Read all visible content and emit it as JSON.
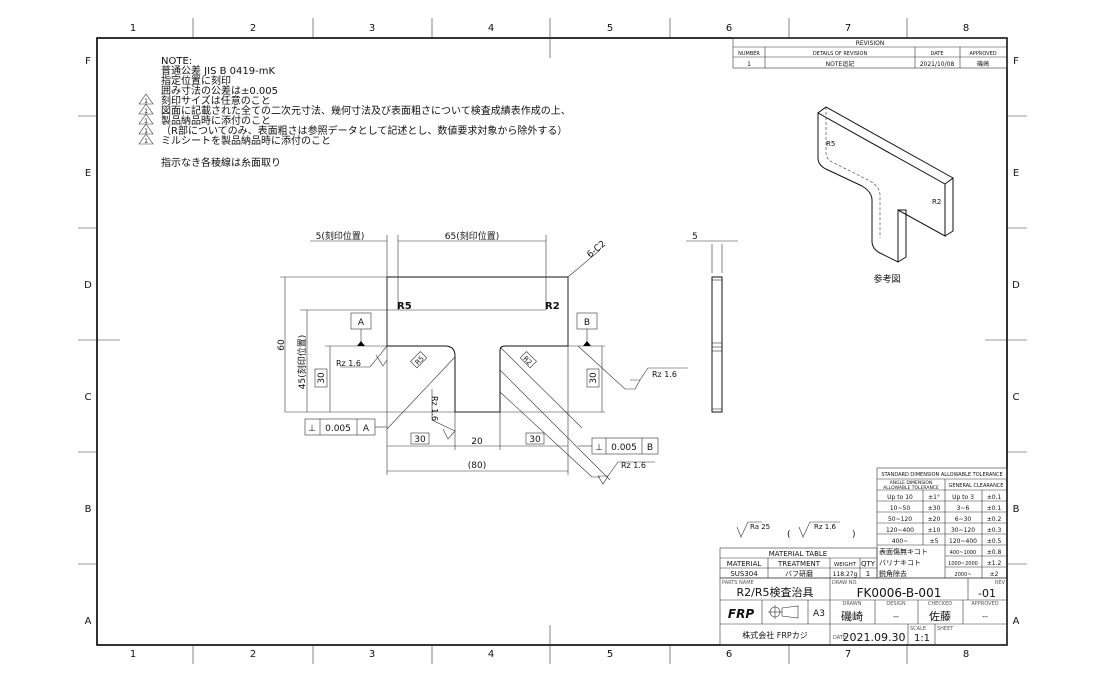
{
  "frame": {
    "columns": [
      "1",
      "2",
      "3",
      "4",
      "5",
      "6",
      "7",
      "8"
    ],
    "rows": [
      "F",
      "E",
      "D",
      "C",
      "B",
      "A"
    ]
  },
  "notes": {
    "title": "NOTE:",
    "lines": [
      "普通公差  JIS B 0419-mK",
      "指定位置に刻印",
      "囲み寸法の公差は±0.005",
      "刻印サイズは任意のこと",
      "図面に記載された全ての二次元寸法、幾何寸法及び表面粗さについて検査成績表作成の上、",
      "製品納品時に添付のこと",
      "（R部についてのみ、表面粗さは参照データとして記述とし、数値要求対象から除外する）",
      "ミルシートを製品納品時に添付のこと",
      "指示なき各稜線は糸面取り"
    ],
    "revision_mark": "1"
  },
  "revision": {
    "title": "REVISION",
    "headers": [
      "NUMBER",
      "DETAILS OF REVISION",
      "DATE",
      "APPROVED"
    ],
    "rows": [
      [
        "1",
        "NOTE追記",
        "2021/10/08",
        "磯崎"
      ]
    ]
  },
  "drawing": {
    "dim_5_mark": "5(刻印位置)",
    "dim_65_mark": "65(刻印位置)",
    "chamfer": "6-C2",
    "r5": "R5",
    "r2": "R2",
    "dim_60": "60",
    "dim_45_mark": "45(刻印位置)",
    "dim_30_left": "30",
    "dim_30_right": "30",
    "dim_30_bottom_left": "30",
    "dim_20": "20",
    "dim_30_bottom_right": "30",
    "dim_80": "(80)",
    "datum_a": "A",
    "datum_b": "B",
    "r5_box": "R5",
    "r2_box": "R2",
    "rz_left": "Rz 1.6",
    "rz_center": "Rz 1.6",
    "rz_right": "Rz 1.6",
    "rz_bottom": "Rz 1.6",
    "gdt_left": {
      "symbol": "⊥",
      "tolerance": "0.005",
      "datum": "A"
    },
    "gdt_right": {
      "symbol": "⊥",
      "tolerance": "0.005",
      "datum": "B"
    },
    "side_dim_5": "5"
  },
  "isometric": {
    "label": "参考図",
    "r5": "R5",
    "r2": "R2"
  },
  "surface_finish": {
    "main": "Ra 25",
    "open": "(",
    "secondary": "Rz 1.6",
    "close": ")"
  },
  "tolerance_table": {
    "title": "STANDARD DIMENSION ALLOWABLE TOLERANCE",
    "angle_header": [
      "ANGLE DIMENSION",
      "ALLOWABLE TOLERANCE"
    ],
    "general_header": "GENERAL CLEARANCE",
    "angle_rows": [
      [
        "Up to 10",
        "±1°"
      ],
      [
        "10~50",
        "±30"
      ],
      [
        "50~120",
        "±20"
      ],
      [
        "120~400",
        "±10"
      ],
      [
        "400~",
        "±5"
      ]
    ],
    "general_rows": [
      [
        "Up to 3",
        "±0.1"
      ],
      [
        "3~6",
        "±0.1"
      ],
      [
        "6~30",
        "±0.2"
      ],
      [
        "30~120",
        "±0.3"
      ],
      [
        "120~400",
        "±0.5"
      ],
      [
        "400~1000",
        "±0.8"
      ],
      [
        "1000~2000",
        "±1.2"
      ],
      [
        "2000~",
        "±2"
      ]
    ],
    "notes": [
      "表面傷無キコト",
      "バリナキコト",
      "鋭角除去"
    ]
  },
  "material_table": {
    "title": "MATERIAL TABLE",
    "headers": [
      "MATERIAL",
      "TREATMENT",
      "WEIGHT",
      "QTY"
    ],
    "values": [
      "SUS304",
      "バフ研磨",
      "118.27g",
      "1"
    ]
  },
  "title_block": {
    "parts_name_label": "PARTS NAME",
    "parts_name": "R2/R5検査治具",
    "drawing_no_label": "DRAW NO.",
    "drawing_no": "FK0006-B-001",
    "rev_label": "REV",
    "rev": "-01",
    "logo_text": "FRP",
    "sheet_size": "A3",
    "drawn_label": "DRAWN",
    "drawn": "磯崎",
    "design_label": "DESIGN",
    "design": "--",
    "checked_label": "CHECKED",
    "checked": "佐藤",
    "approved_label": "APPROVED",
    "approved": "--",
    "company": "株式会社 FRPカジ",
    "date_label": "DATE",
    "date": "2021.09.30",
    "scale_label": "SCALE",
    "scale": "1:1",
    "sheet_label": "SHEET",
    "sheet": ""
  }
}
